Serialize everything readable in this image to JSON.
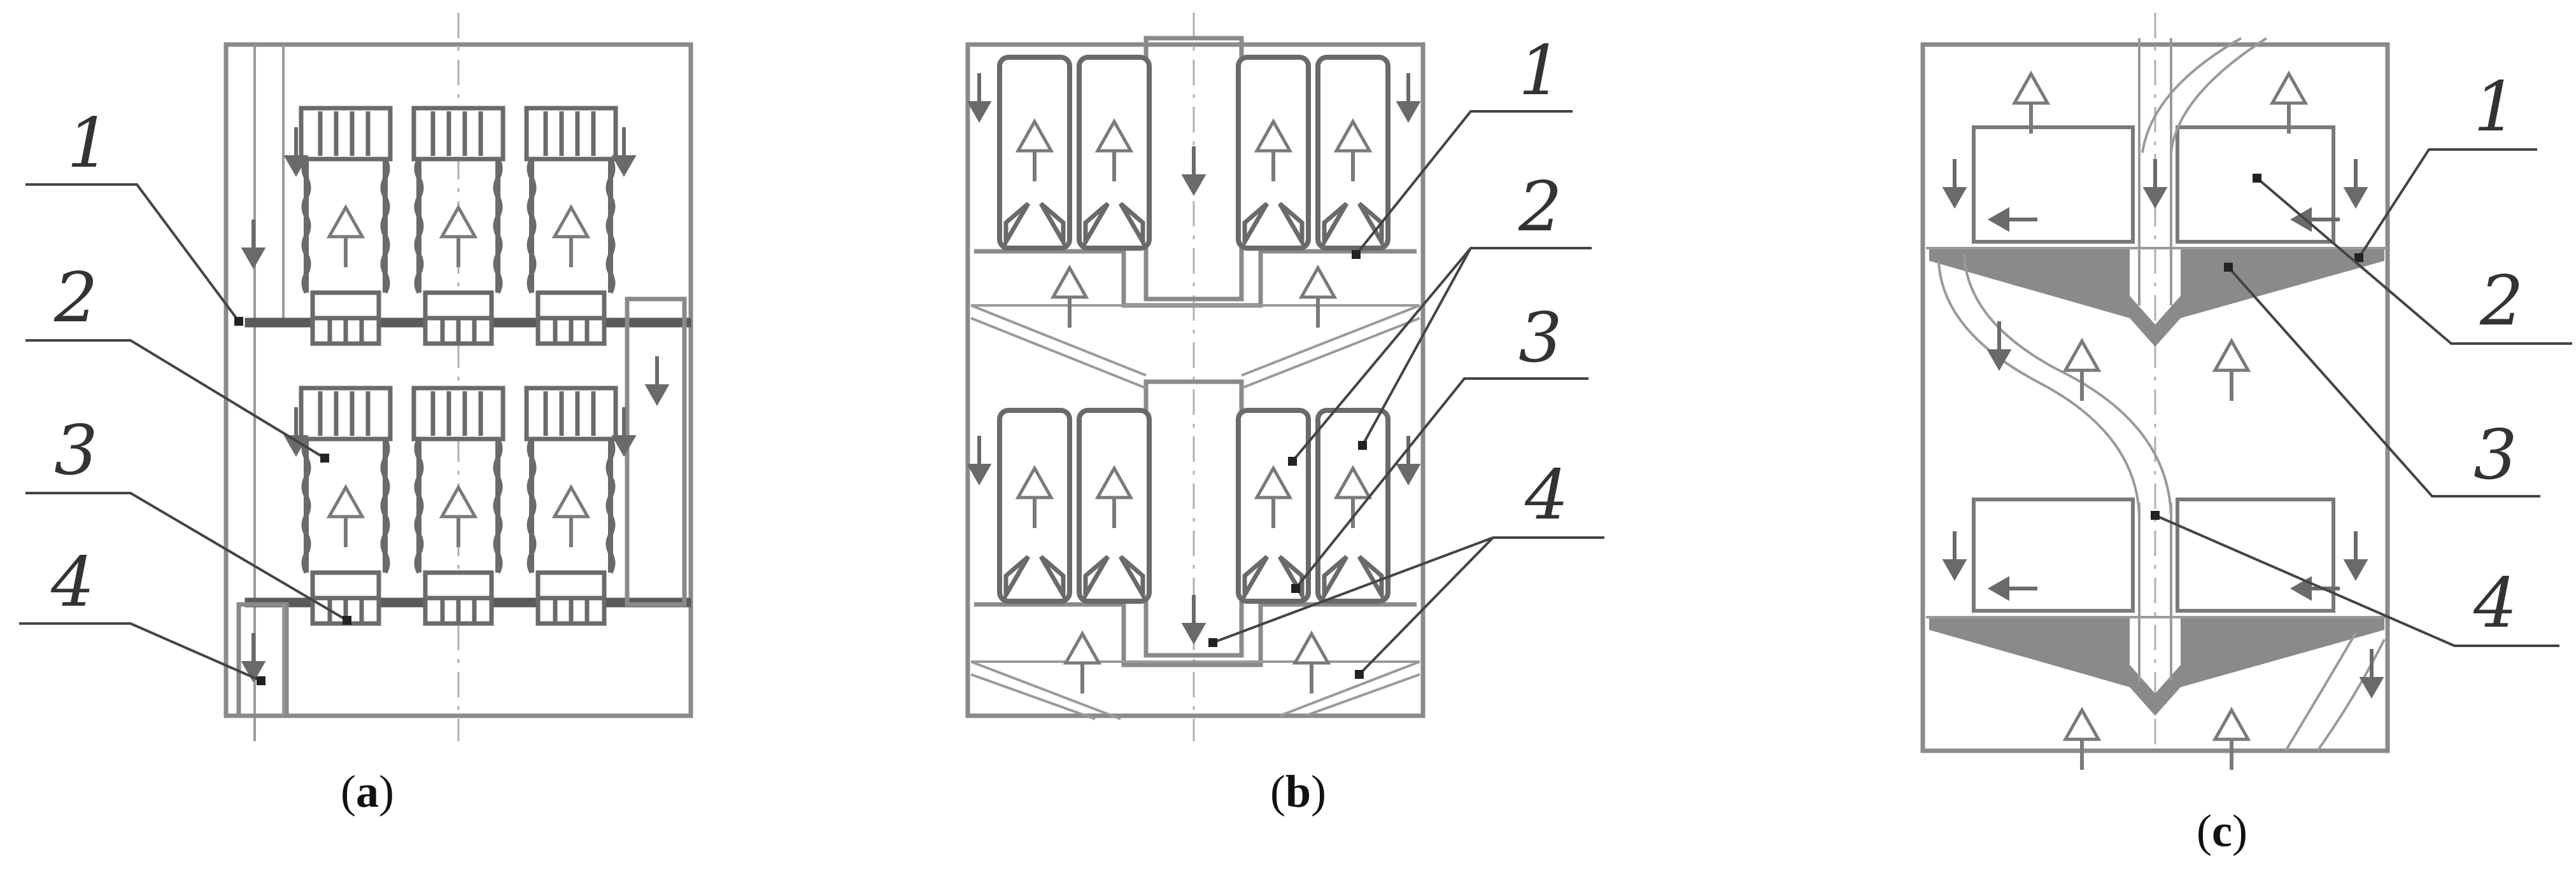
{
  "panels": [
    {
      "id": "a",
      "caption": {
        "open": "(",
        "letter": "a",
        "close": ")"
      },
      "callouts": [
        "1",
        "2",
        "3",
        "4"
      ]
    },
    {
      "id": "b",
      "caption": {
        "open": "(",
        "letter": "b",
        "close": ")"
      },
      "callouts": [
        "1",
        "2",
        "3",
        "4"
      ]
    },
    {
      "id": "c",
      "caption": {
        "open": "(",
        "letter": "c",
        "close": ")"
      },
      "callouts": [
        "1",
        "2",
        "3",
        "4"
      ]
    }
  ],
  "colors": {
    "line": "#8a8a8a",
    "dark": "#5a5a5a",
    "leader": "#444444",
    "background": "#ffffff"
  },
  "icons": {
    "upflow": "hollow-up-arrow-icon",
    "downflow": "filled-down-arrow-icon"
  }
}
